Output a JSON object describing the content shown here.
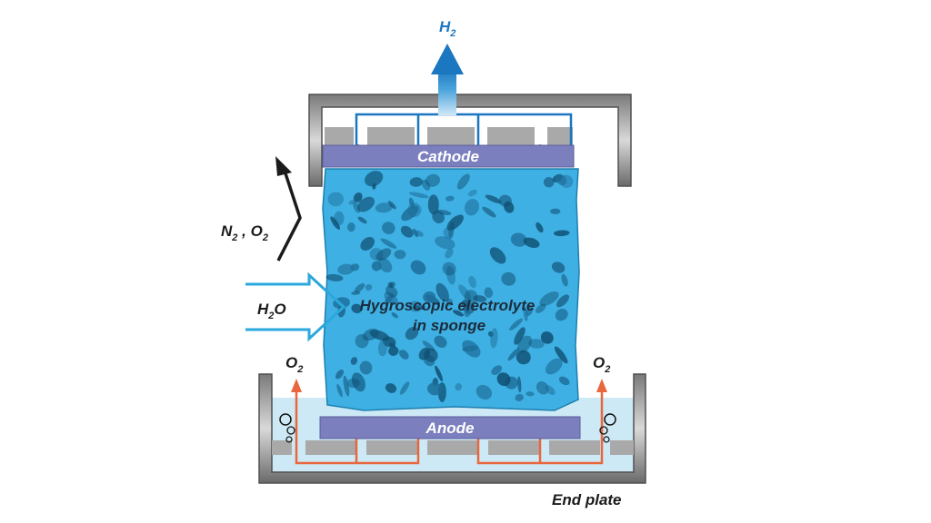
{
  "labels": {
    "h2_top": "H",
    "h2_top_sub": "2",
    "cathode": "Cathode",
    "anode": "Anode",
    "n2": "N",
    "n2_sub": "2",
    "comma": " , O",
    "o2_sub": "2",
    "h2o_h": "H",
    "h2o_sub": "2",
    "h2o_o": "O",
    "electrolyte_line1": "Hygroscopic electrolyte",
    "electrolyte_line2": "in sponge",
    "o2_left": "O",
    "o2_left_sub": "2",
    "o2_right": "O",
    "o2_right_sub": "2",
    "end_plate": "End plate"
  },
  "colors": {
    "sponge": "#3fb0e3",
    "sponge_dark": "#0f4f73",
    "electrode": "#7c7fbe",
    "frame": "#5f5f5f",
    "pad": "#a9a9a9",
    "h2_flow": "#1b77c0",
    "o2_flow": "#e8673c",
    "water_arrow": "#2aa8dd",
    "bath": "#cde9f5"
  }
}
